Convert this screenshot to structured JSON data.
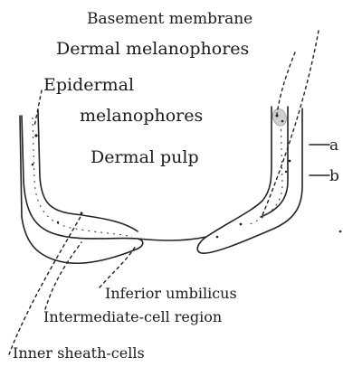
{
  "labels": {
    "basement_membrane": "Basement membrane",
    "dermal_melanophores": "Dermal melanophores",
    "epidermal": "Epidermal",
    "melanophores": "melanophores",
    "dermal_pulp": "Dermal pulp",
    "a": "a",
    "b": "b",
    "inferior_umbilicus": "Inferior umbilicus",
    "intermediate_cell_region": "Intermediate-cell region",
    "inner_sheath_cells": "Inner sheath-cells"
  }
}
